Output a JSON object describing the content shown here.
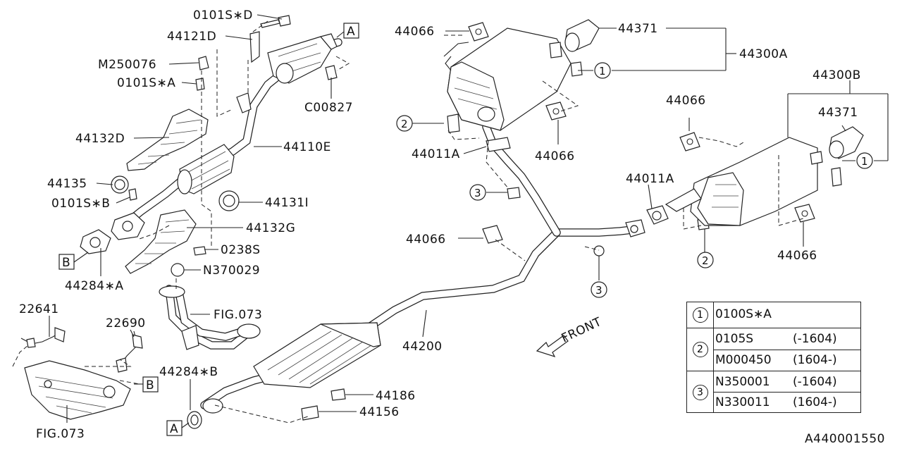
{
  "labels": {
    "l_0101SD": "0101S∗D",
    "l_44121D": "44121D",
    "l_M250076": "M250076",
    "l_0101SA": "0101S∗A",
    "l_C00827": "C00827",
    "l_44132D": "44132D",
    "l_44110E": "44110E",
    "l_44135": "44135",
    "l_0101SB": "0101S∗B",
    "l_44131I": "44131I",
    "l_44132G": "44132G",
    "l_0238S": "0238S",
    "l_N370029": "N370029",
    "l_44284A": "44284∗A",
    "l_22641": "22641",
    "l_22690": "22690",
    "l_FIG073a": "FIG.073",
    "l_FIG073b": "FIG.073",
    "l_44284B": "44284∗B",
    "l_44186": "44186",
    "l_44156": "44156",
    "l_44200": "44200",
    "l_44066a": "44066",
    "l_44371a": "44371",
    "l_44300A": "44300A",
    "l_44011Aa": "44011A",
    "l_44066b": "44066",
    "l_44066c": "44066",
    "l_44011Ab": "44011A",
    "l_44066d": "44066",
    "l_44300B": "44300B",
    "l_44371b": "44371",
    "l_44066e": "44066",
    "l_front": "FRONT"
  },
  "boxes": {
    "A": "A",
    "B": "B"
  },
  "callouts": {
    "one": "1",
    "two": "2",
    "three": "3"
  },
  "legend": {
    "rows": [
      {
        "num": "1",
        "items": [
          {
            "part": "0100S∗A",
            "range": ""
          }
        ]
      },
      {
        "num": "2",
        "items": [
          {
            "part": "0105S",
            "range": "(-1604)"
          },
          {
            "part": "M000450",
            "range": "(1604-)"
          }
        ]
      },
      {
        "num": "3",
        "items": [
          {
            "part": "N350001",
            "range": "(-1604)"
          },
          {
            "part": "N330011",
            "range": "(1604-)"
          }
        ]
      }
    ]
  },
  "ref_code": "A440001550"
}
